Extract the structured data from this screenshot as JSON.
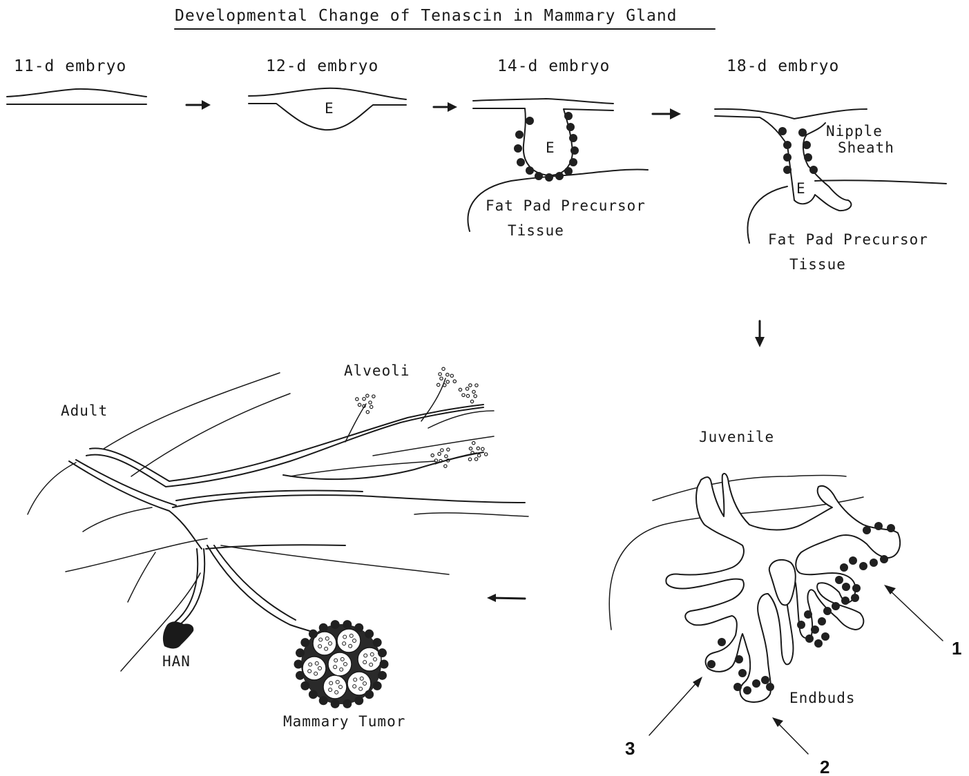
{
  "title": "Developmental Change of Tenascin in Mammary Gland",
  "stages": {
    "d11": "11-d embryo",
    "d12": "12-d embryo",
    "d14": "14-d embryo",
    "d18": "18-d embryo"
  },
  "labels": {
    "e_12": "E",
    "e_14": "E",
    "e_18": "E",
    "fat_pad_14_line1": "Fat Pad Precursor",
    "fat_pad_14_line2": "Tissue",
    "fat_pad_18_line1": "Fat Pad Precursor",
    "fat_pad_18_line2": "Tissue",
    "nipple_line1": "Nipple",
    "nipple_line2": "Sheath",
    "juvenile": "Juvenile",
    "endbuds": "Endbuds",
    "adult": "Adult",
    "alveoli": "Alveoli",
    "han": "HAN",
    "tumor": "Mammary Tumor"
  },
  "callouts": [
    "1",
    "2",
    "3"
  ]
}
